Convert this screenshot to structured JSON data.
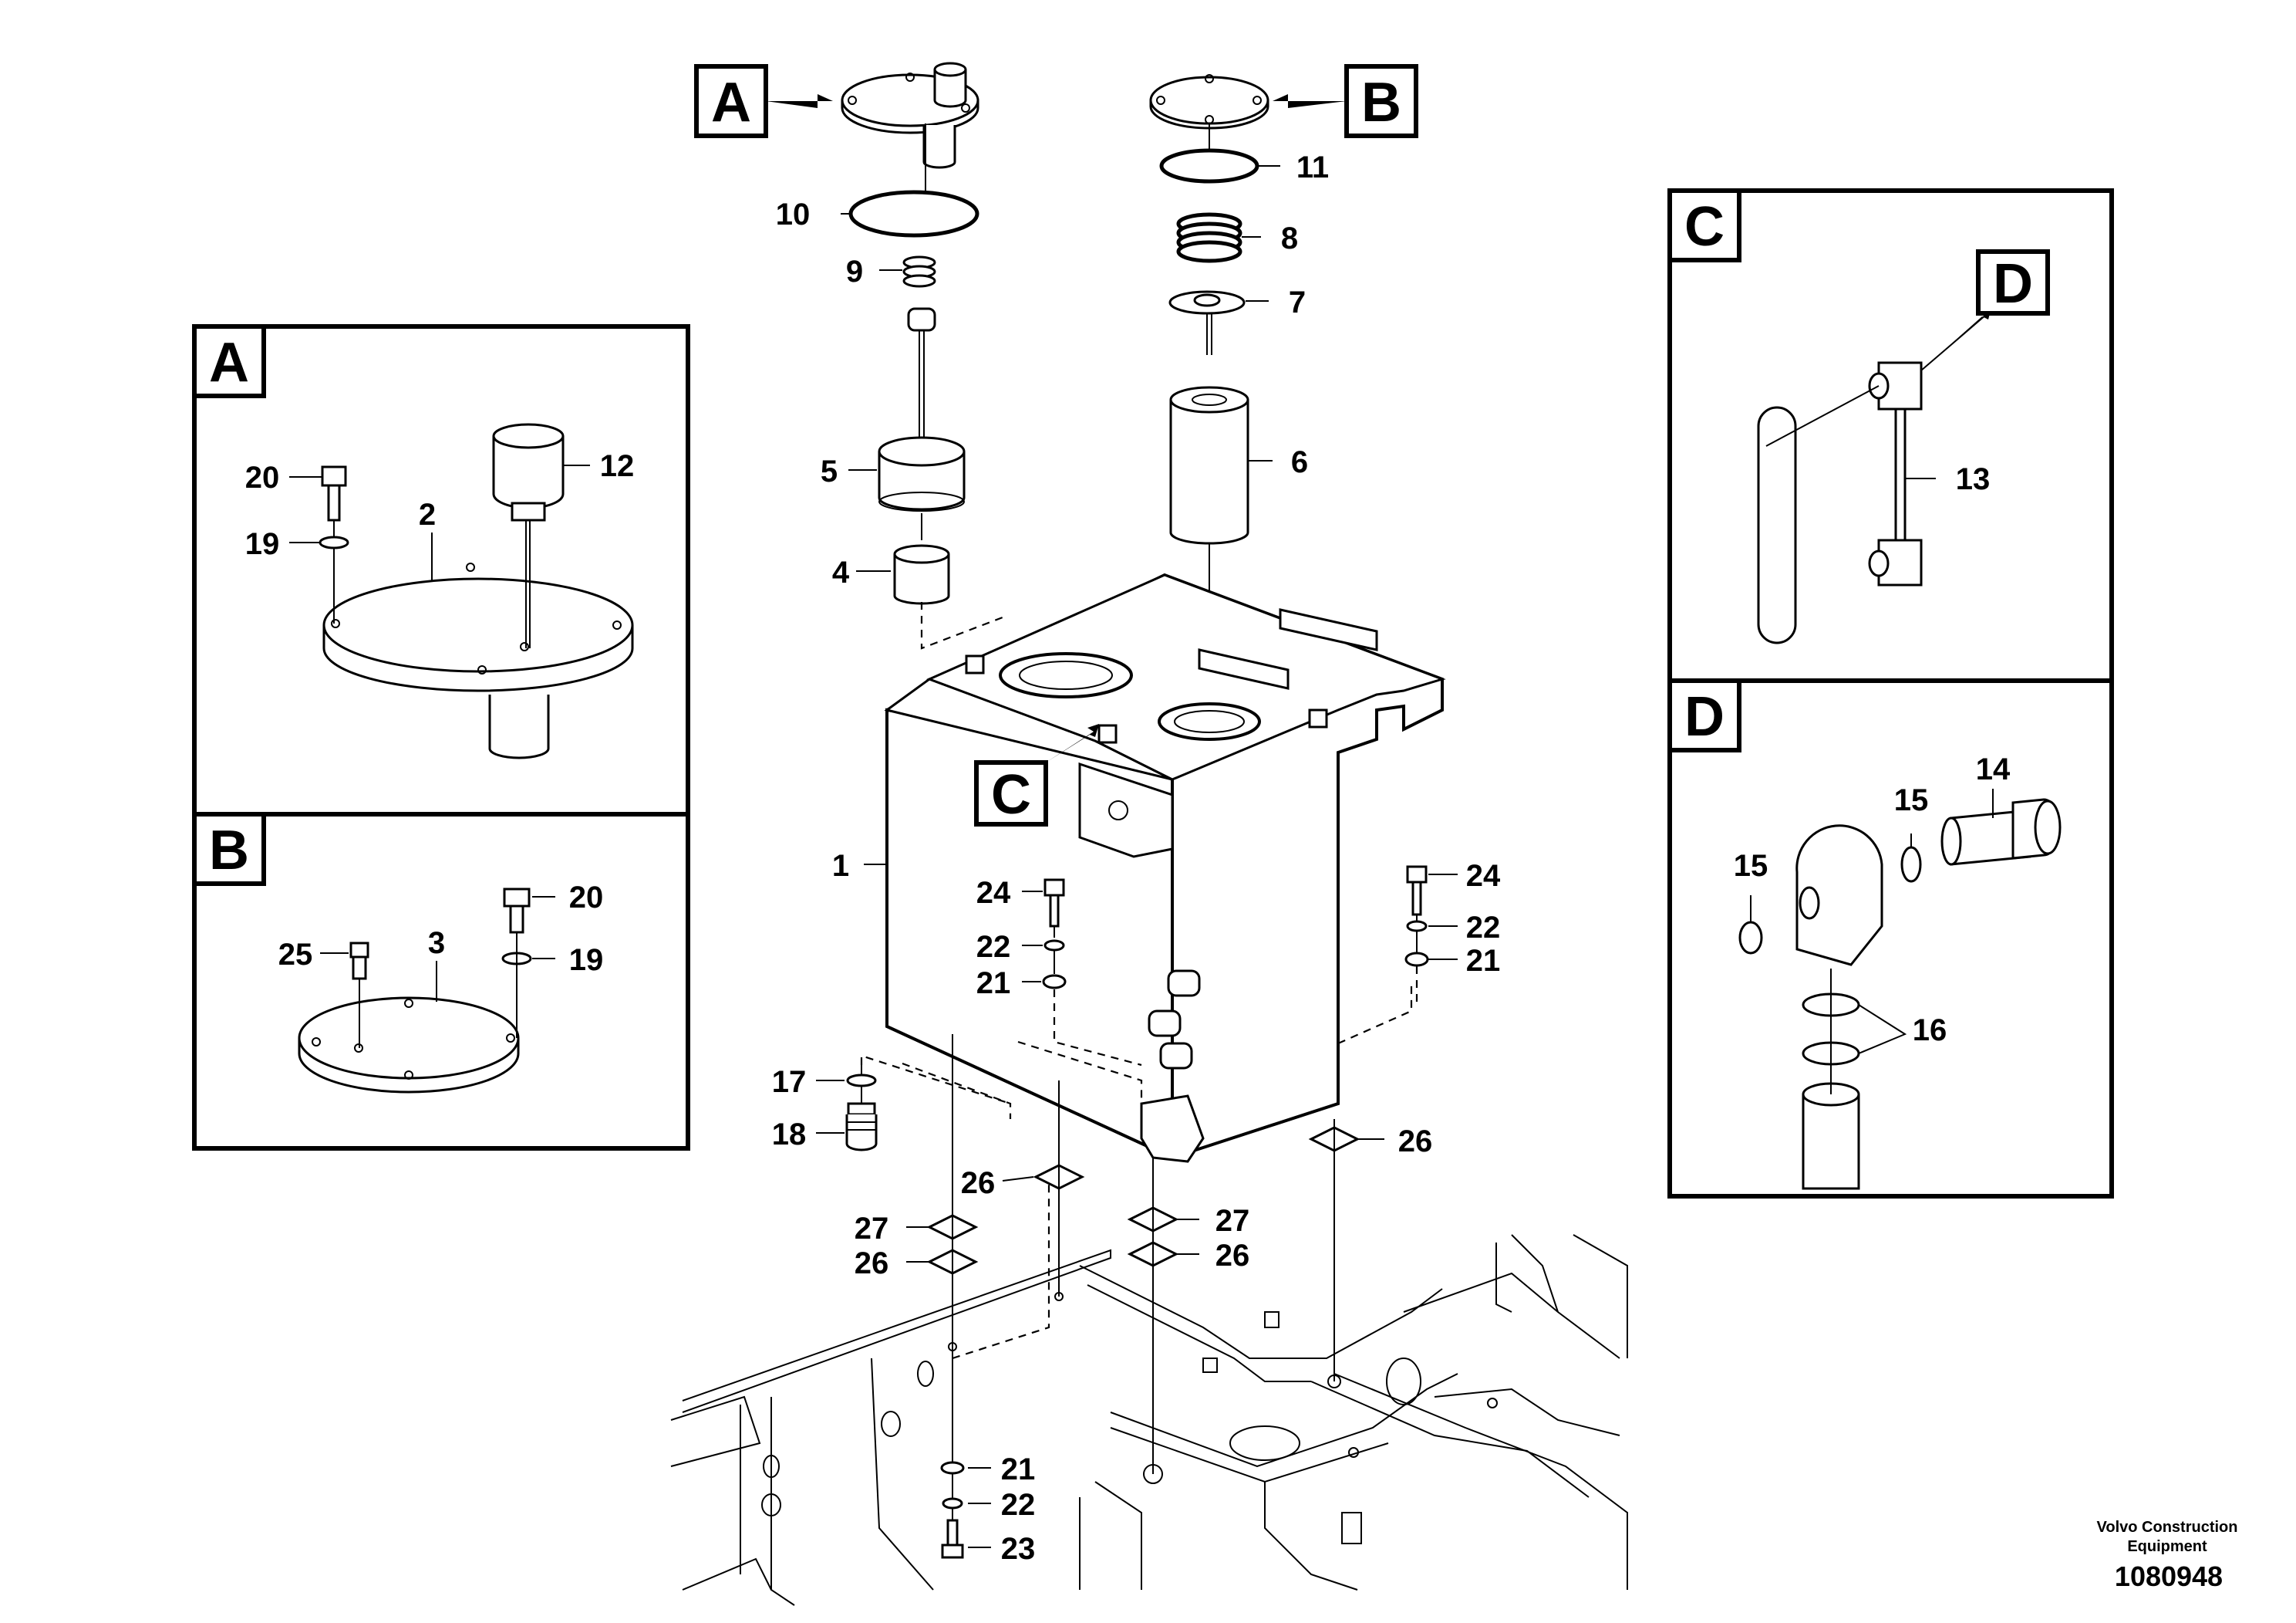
{
  "callouts": {
    "a_main": "A",
    "b_main": "B",
    "c_main": "C",
    "panel_a": "A",
    "panel_b": "B",
    "panel_c": "C",
    "panel_d": "D",
    "d_in_c": "D"
  },
  "parts": {
    "p1": "1",
    "p2": "2",
    "p3": "3",
    "p4": "4",
    "p5": "5",
    "p6": "6",
    "p7": "7",
    "p8": "8",
    "p9": "9",
    "p10": "10",
    "p11": "11",
    "p12": "12",
    "p13": "13",
    "p14": "14",
    "p15a": "15",
    "p15b": "15",
    "p16": "16",
    "p17": "17",
    "p18": "18",
    "p19a": "19",
    "p19b": "19",
    "p20a": "20",
    "p20b": "20",
    "p21a": "21",
    "p21b": "21",
    "p21c": "21",
    "p22a": "22",
    "p22b": "22",
    "p22c": "22",
    "p23": "23",
    "p24a": "24",
    "p24b": "24",
    "p25": "25",
    "p26a": "26",
    "p26b": "26",
    "p26c": "26",
    "p26d": "26",
    "p27a": "27",
    "p27b": "27"
  },
  "footer": {
    "company_line1": "Volvo Construction",
    "company_line2": "Equipment",
    "drawing_number": "1080948"
  }
}
